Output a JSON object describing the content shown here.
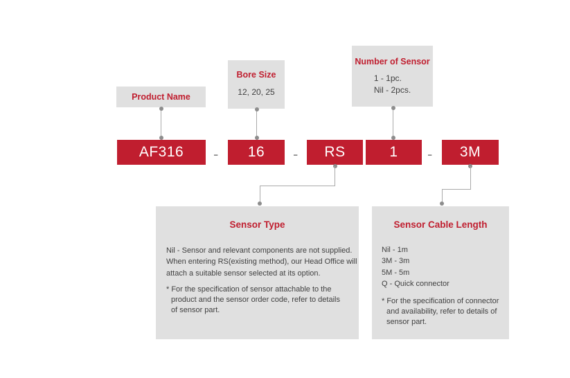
{
  "colors": {
    "accent_red": "#c01e2f",
    "panel_gray": "#e0e0e0",
    "connector_gray": "#a9a9a9",
    "dot_gray": "#8d8d8d",
    "text_dark": "#3f3f3f"
  },
  "code": {
    "separator": "-",
    "segments": [
      {
        "label": "AF316"
      },
      {
        "label": "16"
      },
      {
        "label": "RS"
      },
      {
        "label": "1"
      },
      {
        "label": "3M"
      }
    ]
  },
  "callouts": {
    "product_name": {
      "title": "Product Name"
    },
    "bore_size": {
      "title": "Bore Size",
      "value": "12, 20, 25"
    },
    "number_of_sensor": {
      "title": "Number of Sensor",
      "lines": [
        "1 - 1pc.",
        "Nil - 2pcs."
      ]
    },
    "sensor_type": {
      "title": "Sensor Type",
      "description_lines": [
        "Nil - Sensor and relevant components are not supplied.",
        "When entering RS(existing method), our Head Office will",
        "attach a suitable sensor selected at its option."
      ],
      "note_lines": [
        "* For the specification of sensor attachable to the",
        "product and the sensor order code, refer to details",
        "of sensor part."
      ]
    },
    "sensor_cable_length": {
      "title": "Sensor Cable Length",
      "options": [
        "Nil - 1m",
        "3M - 3m",
        "5M - 5m",
        "Q - Quick connector"
      ],
      "note_lines": [
        "* For the specification of connector",
        "and availability, refer to details of",
        "sensor part."
      ]
    }
  }
}
